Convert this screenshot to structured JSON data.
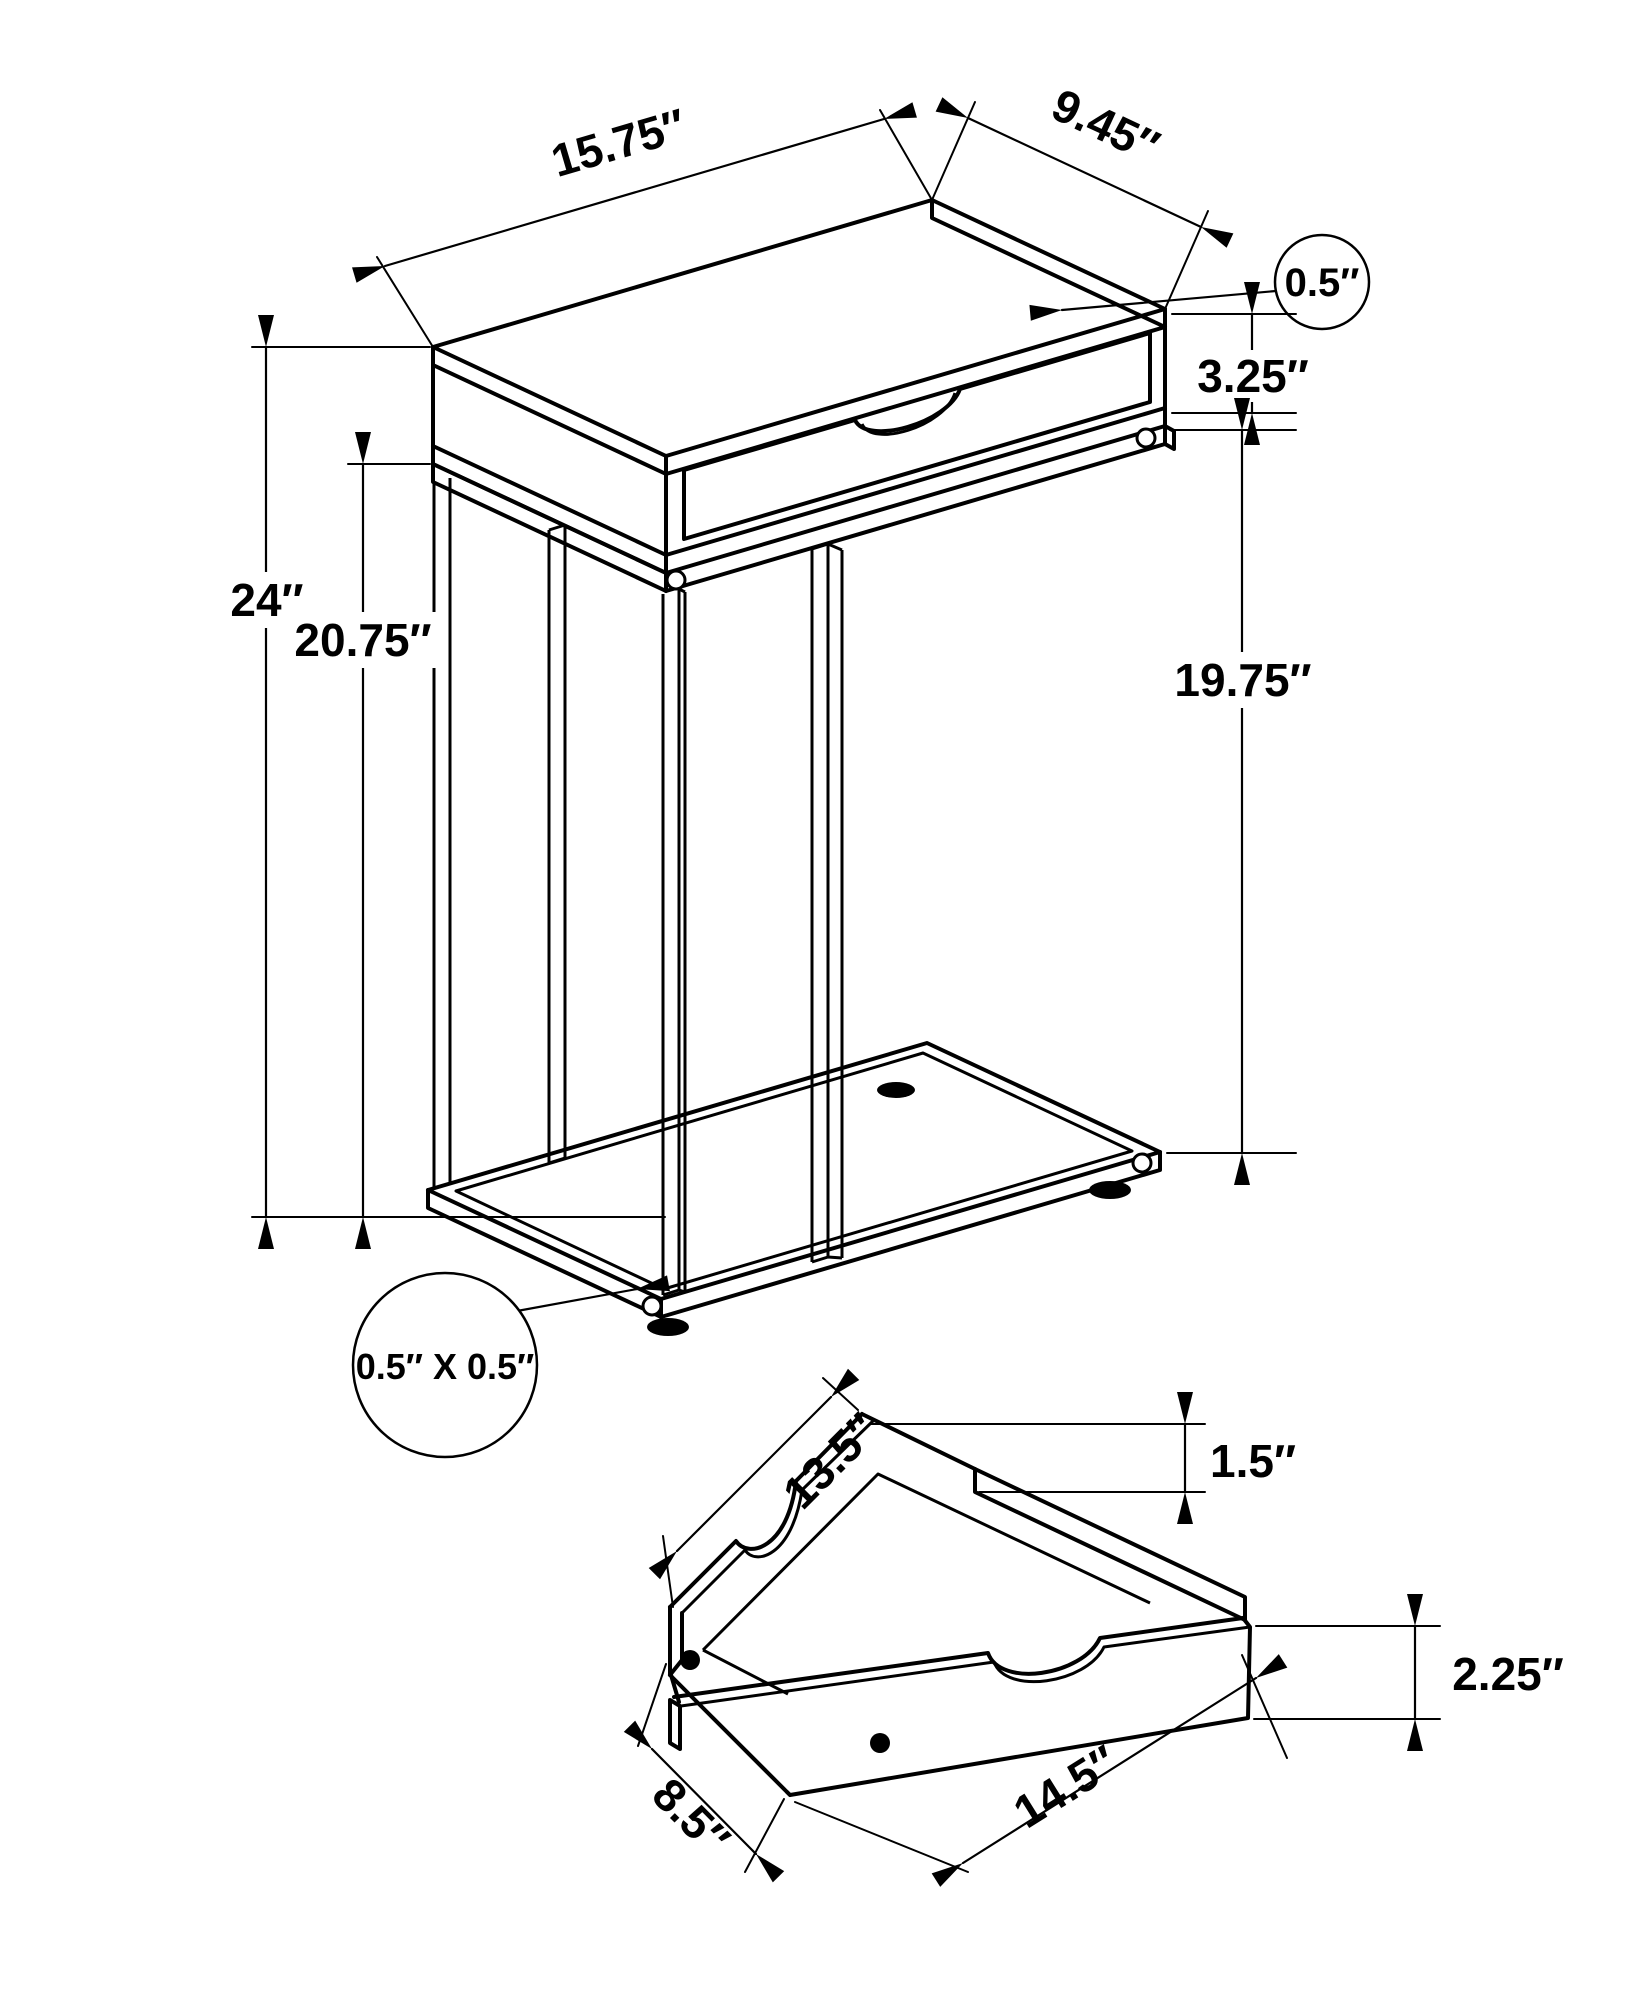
{
  "diagram": {
    "type": "furniture-dimension-diagram",
    "background": "#ffffff",
    "line_color": "#000000",
    "main_view": {
      "name": "accent-table-isometric",
      "dim_top_width": "15.75″",
      "dim_top_depth": "9.45″",
      "callout_top_thickness": "0.5″",
      "dim_apron_height": "3.25″",
      "dim_total_height": "24″",
      "dim_clearance_height": "20.75″",
      "dim_open_side_height": "19.75″",
      "callout_frame_tube": "0.5″ X 0.5″"
    },
    "drawer_view": {
      "name": "drawer-isometric",
      "dim_inner_width": "13.5″",
      "dim_back_height": "1.5″",
      "dim_front_height": "2.25″",
      "dim_depth": "8.5″",
      "dim_outer_width": "14.5″"
    }
  }
}
